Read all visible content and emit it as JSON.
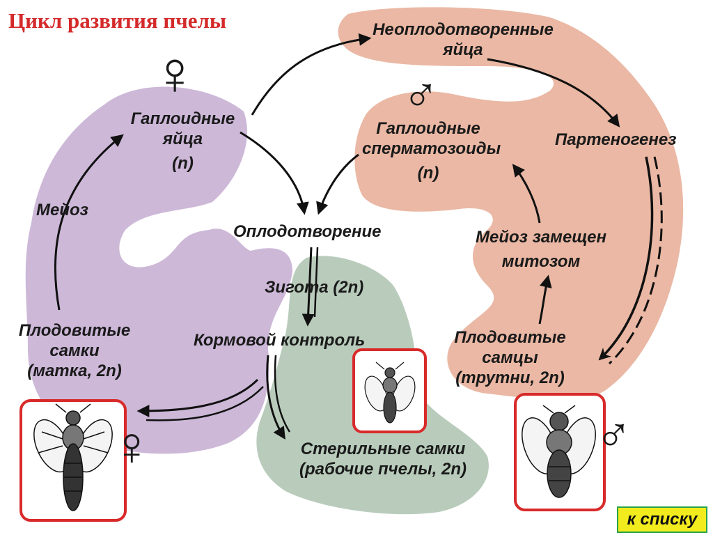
{
  "title": "Цикл развития пчелы",
  "nav": {
    "back_label": "к списку"
  },
  "labels": {
    "haploid_eggs": [
      "Гаплоидные",
      "яйца",
      "(n)"
    ],
    "meiosis": "Мейоз",
    "fertile_females": [
      "Плодовитые",
      "самки",
      "(матка, 2n)"
    ],
    "fertilization": "Оплодотворение",
    "zygote": "Зигота (2n)",
    "feeding_control": "Кормовой контроль",
    "sterile_females": [
      "Стерильные самки",
      "(рабочие пчелы, 2n)"
    ],
    "unfertilized_eggs": [
      "Неоплодотворенные",
      "яйца"
    ],
    "parthenogenesis": "Партеногенез",
    "haploid_sperm": [
      "Гаплоидные",
      "сперматозоиды",
      "(n)"
    ],
    "meiosis_replaced": [
      "Мейоз замещен",
      "митозом"
    ],
    "fertile_males": [
      "Плодовитые",
      "самцы",
      "(трутни, 2n)"
    ]
  },
  "symbols": {
    "female": "♀",
    "male": "♂"
  },
  "colors": {
    "title": "#d42a2a",
    "female_region": "#cdb8d8",
    "male_region": "#eab8a4",
    "worker_region": "#b9ccbc",
    "frame": "#d82a2a",
    "arrow": "#111111",
    "button_bg": "#f2ec1e"
  }
}
